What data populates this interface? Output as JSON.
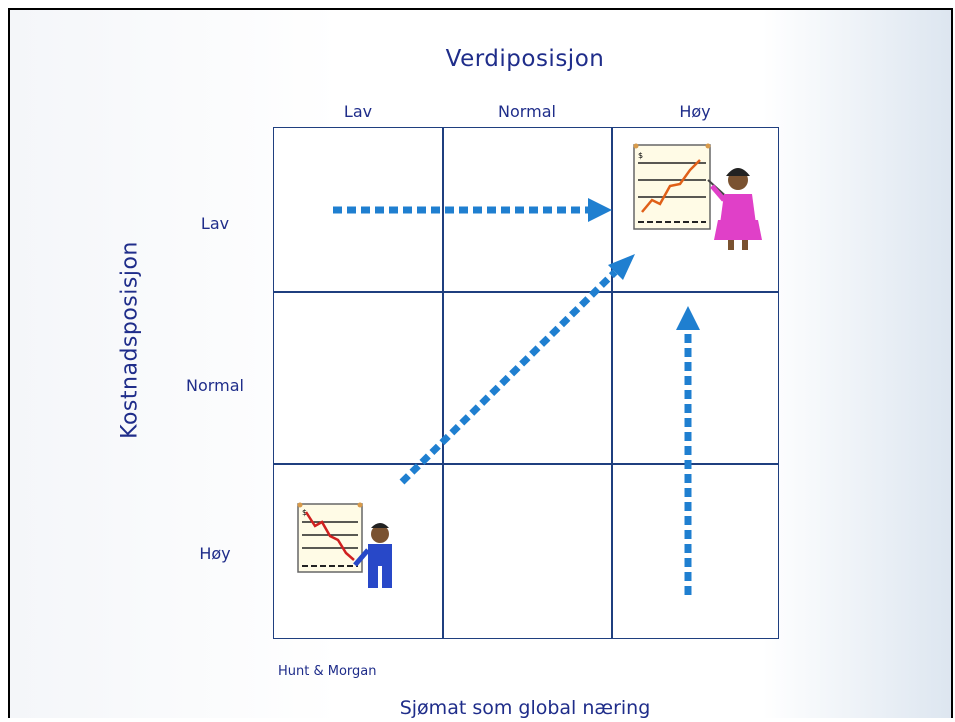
{
  "title": "Verdiposisjon",
  "columns": [
    "Lav",
    "Normal",
    "Høy"
  ],
  "rows": [
    "Lav",
    "Normal",
    "Høy"
  ],
  "y_axis_title": "Kostnadsposisjon",
  "credit": "Hunt & Morgan",
  "footer": "Sjømat som global næring",
  "colors": {
    "text": "#1f2d8a",
    "grid": "#1f3f7f",
    "arrow": "#1f7fd0"
  },
  "arrows": [
    {
      "from": "Lav/Lav",
      "to": "Lav/Høy"
    },
    {
      "from": "Høy/Lav",
      "to": "Lav/Høy"
    },
    {
      "from": "Høy/Høy",
      "to": "Normal/Høy"
    }
  ],
  "icons": [
    "presenter-declining-chart-icon",
    "presenter-rising-chart-icon"
  ]
}
